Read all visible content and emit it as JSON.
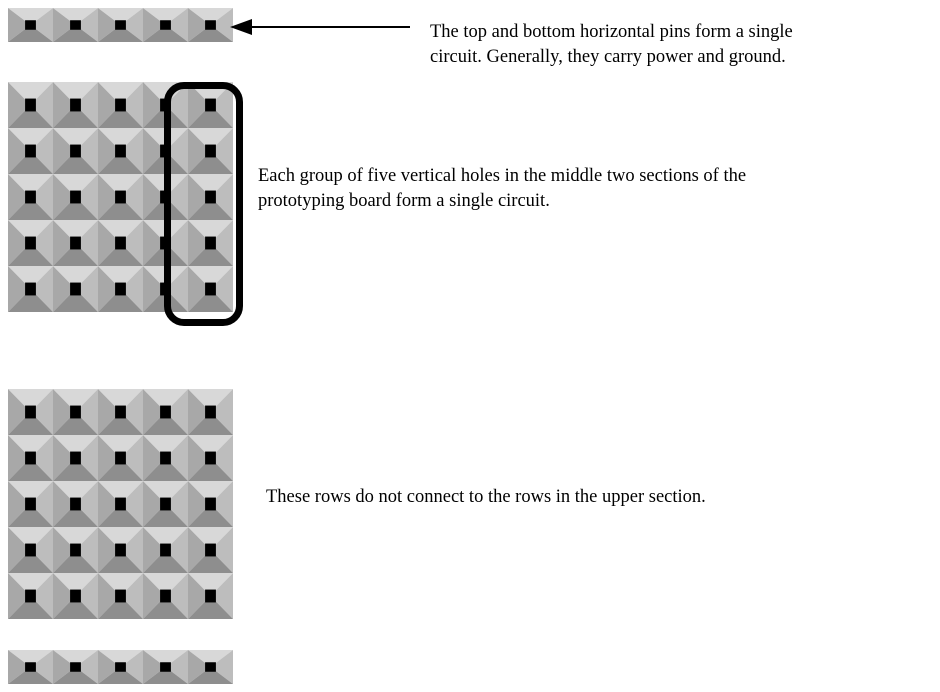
{
  "notes": {
    "rails_line1": "The top and bottom horizontal pins form a single",
    "rails_line2": "circuit.  Generally, they carry power and ground.",
    "columns_line1": "Each group of five vertical holes in the middle two sections of the",
    "columns_line2": "prototyping board form a single circuit.",
    "sections": "These rows do not connect to the rows in the upper section."
  },
  "board": {
    "holes_per_row": 5,
    "rows_per_block": 5,
    "face_colors": {
      "top": "#d8d8d8",
      "left": "#a8a8a8",
      "right": "#bdbdbd",
      "bottom": "#8e8e8e",
      "hole": "#000000"
    }
  }
}
